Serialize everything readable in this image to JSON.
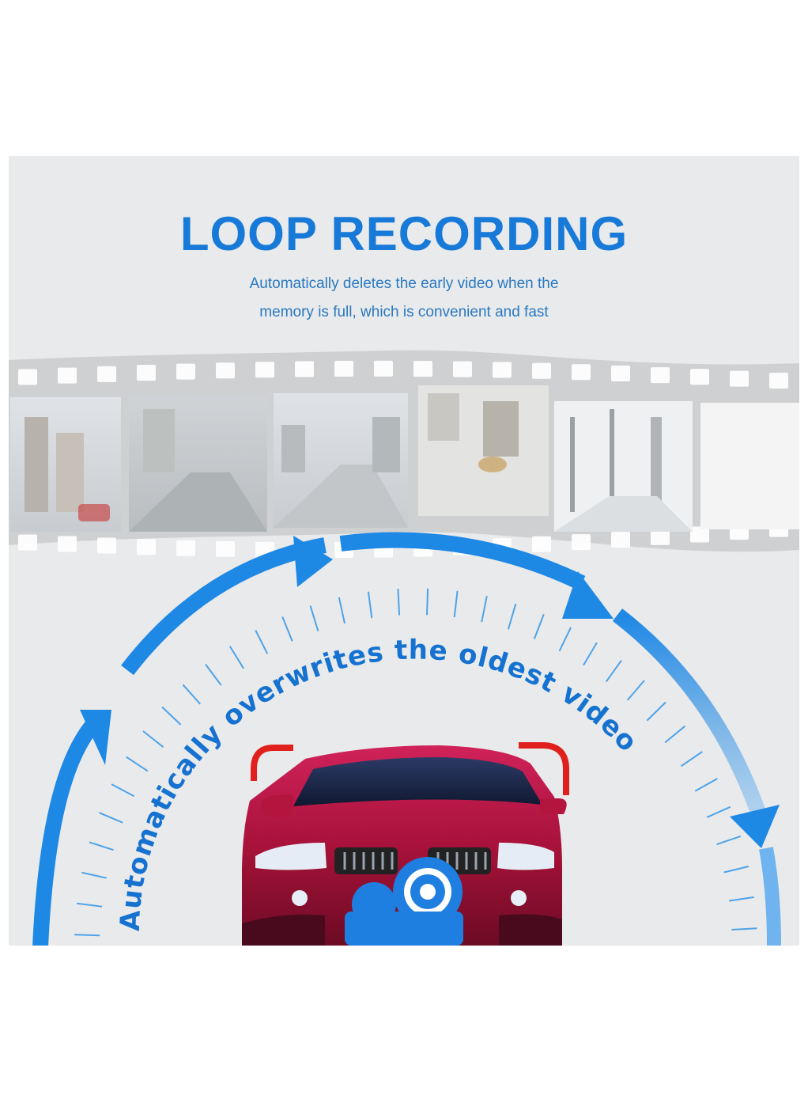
{
  "heading": {
    "title": "LOOP RECORDING",
    "subtitle_line1": "Automatically deletes the early video when the",
    "subtitle_line2": "memory is full, which is convenient and fast"
  },
  "graphic": {
    "arc_text": "Automatically overwrites the oldest video",
    "film_frame_count": 6,
    "icons": [
      "film-strip-icon",
      "loop-arrow-icon",
      "car-image",
      "video-camera-icon",
      "focus-bracket-icon"
    ]
  },
  "colors": {
    "accent_blue": "#1779d8",
    "arrow_blue": "#1e88e5",
    "bracket_red": "#e0201c",
    "car_red": "#b0143c",
    "camera_blue": "#1e7fe0",
    "panel_bg": "#e9eaeb"
  }
}
